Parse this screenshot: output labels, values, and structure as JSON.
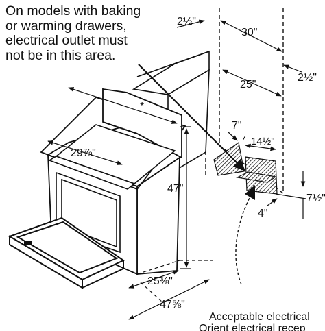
{
  "note": {
    "lines": [
      "On models with baking",
      "or warming drawers,",
      "electrical outlet must",
      "not be in this area."
    ]
  },
  "marks": {
    "asterisk": "*"
  },
  "dimensions": {
    "top_margin": "2½\"",
    "cabinet_width": "30\"",
    "inner_width": "25\"",
    "right_margin": "2½\"",
    "outlet_offset": "7\"",
    "outlet_zone_width": "14½\"",
    "outlet_zone_height": "7½\"",
    "outlet_setback": "4\"",
    "cooktop_width": "29⅞\"",
    "range_height": "47\"",
    "range_depth": "25⅜\"",
    "door_open_depth": "47⅝\""
  },
  "caption": {
    "line1": "Acceptable electrical",
    "line2": "Orient electrical recep"
  }
}
